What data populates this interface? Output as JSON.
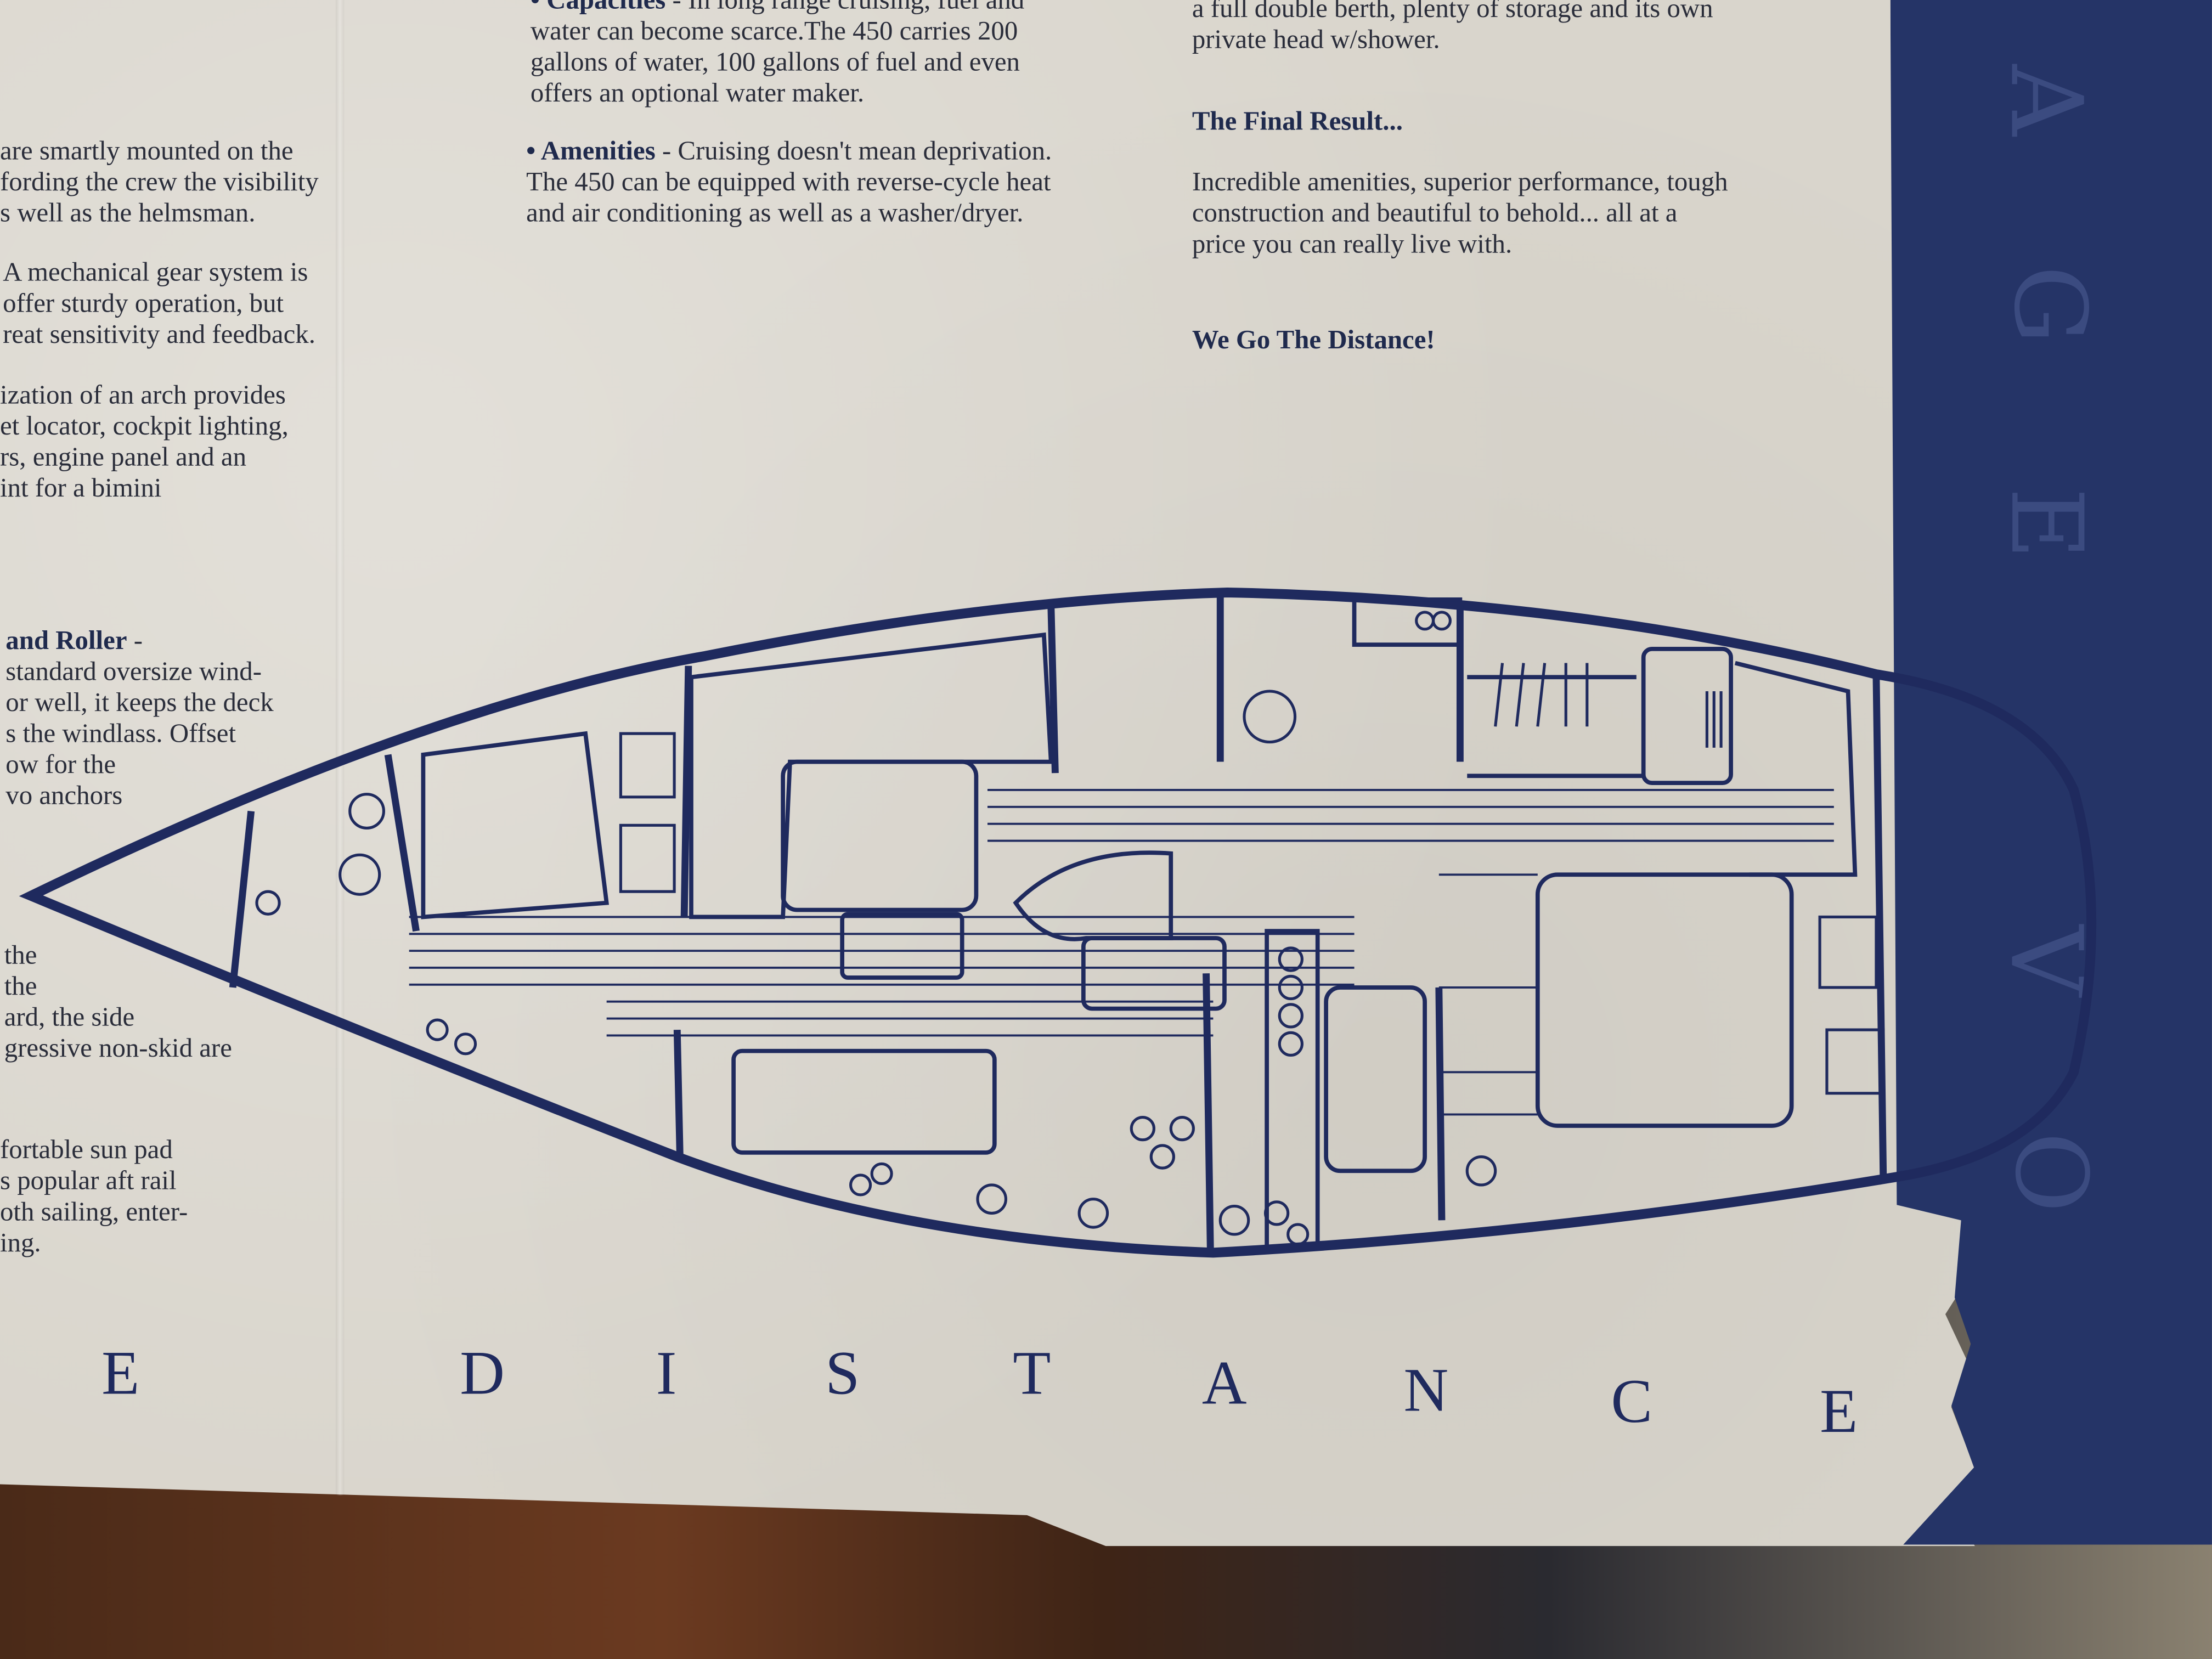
{
  "left_column": {
    "para1": [
      "are smartly mounted on the",
      "fording the crew the visibility",
      "s well as the helmsman."
    ],
    "para2": [
      "A mechanical gear system is",
      "offer sturdy operation, but",
      "reat sensitivity and feedback."
    ],
    "para3": [
      "ization of an arch provides",
      "et locator, cockpit lighting,",
      "rs, engine panel and an",
      "int for a bimini"
    ],
    "roller_heading": "and Roller",
    "para4": [
      "standard oversize wind-",
      "or well, it keeps the deck",
      "s the windlass. Offset",
      "ow for the",
      "vo anchors"
    ],
    "para5": [
      "the",
      "the",
      "ard, the side",
      "gressive non-skid are"
    ],
    "para6": [
      "fortable sun pad",
      "s popular aft rail",
      "oth sailing, enter-",
      "ing."
    ]
  },
  "middle_column": {
    "capacities_heading": "• Capacities",
    "capacities_lines": [
      " - In long range cruising, fuel and",
      "water can become scarce.The 450 carries 200",
      "gallons of water, 100 gallons of fuel and even",
      "offers an optional water maker."
    ],
    "amenities_heading": "• Amenities",
    "amenities_lines": [
      " - Cruising doesn't mean deprivation.",
      "The 450 can be equipped with reverse-cycle heat",
      "and air conditioning as well as a washer/dryer."
    ]
  },
  "right_column": {
    "intro_lines": [
      "a full double berth, plenty of storage and its own",
      "private head w/shower."
    ],
    "final_heading": "The Final Result...",
    "final_lines": [
      "Incredible amenities, superior performance, tough",
      "construction and beautiful to behold... all at a",
      "price you can really live with."
    ],
    "slogan": "We Go The Distance!"
  },
  "banner_letters": [
    "E",
    "D",
    "I",
    "S",
    "T",
    "A",
    "N",
    "C",
    "E"
  ],
  "navy_side_letters": [
    "A",
    "G",
    "E",
    "V",
    "O"
  ],
  "colors": {
    "paper": "#d9d5cc",
    "navy": "#253467",
    "ink": "#1f2a5e"
  }
}
